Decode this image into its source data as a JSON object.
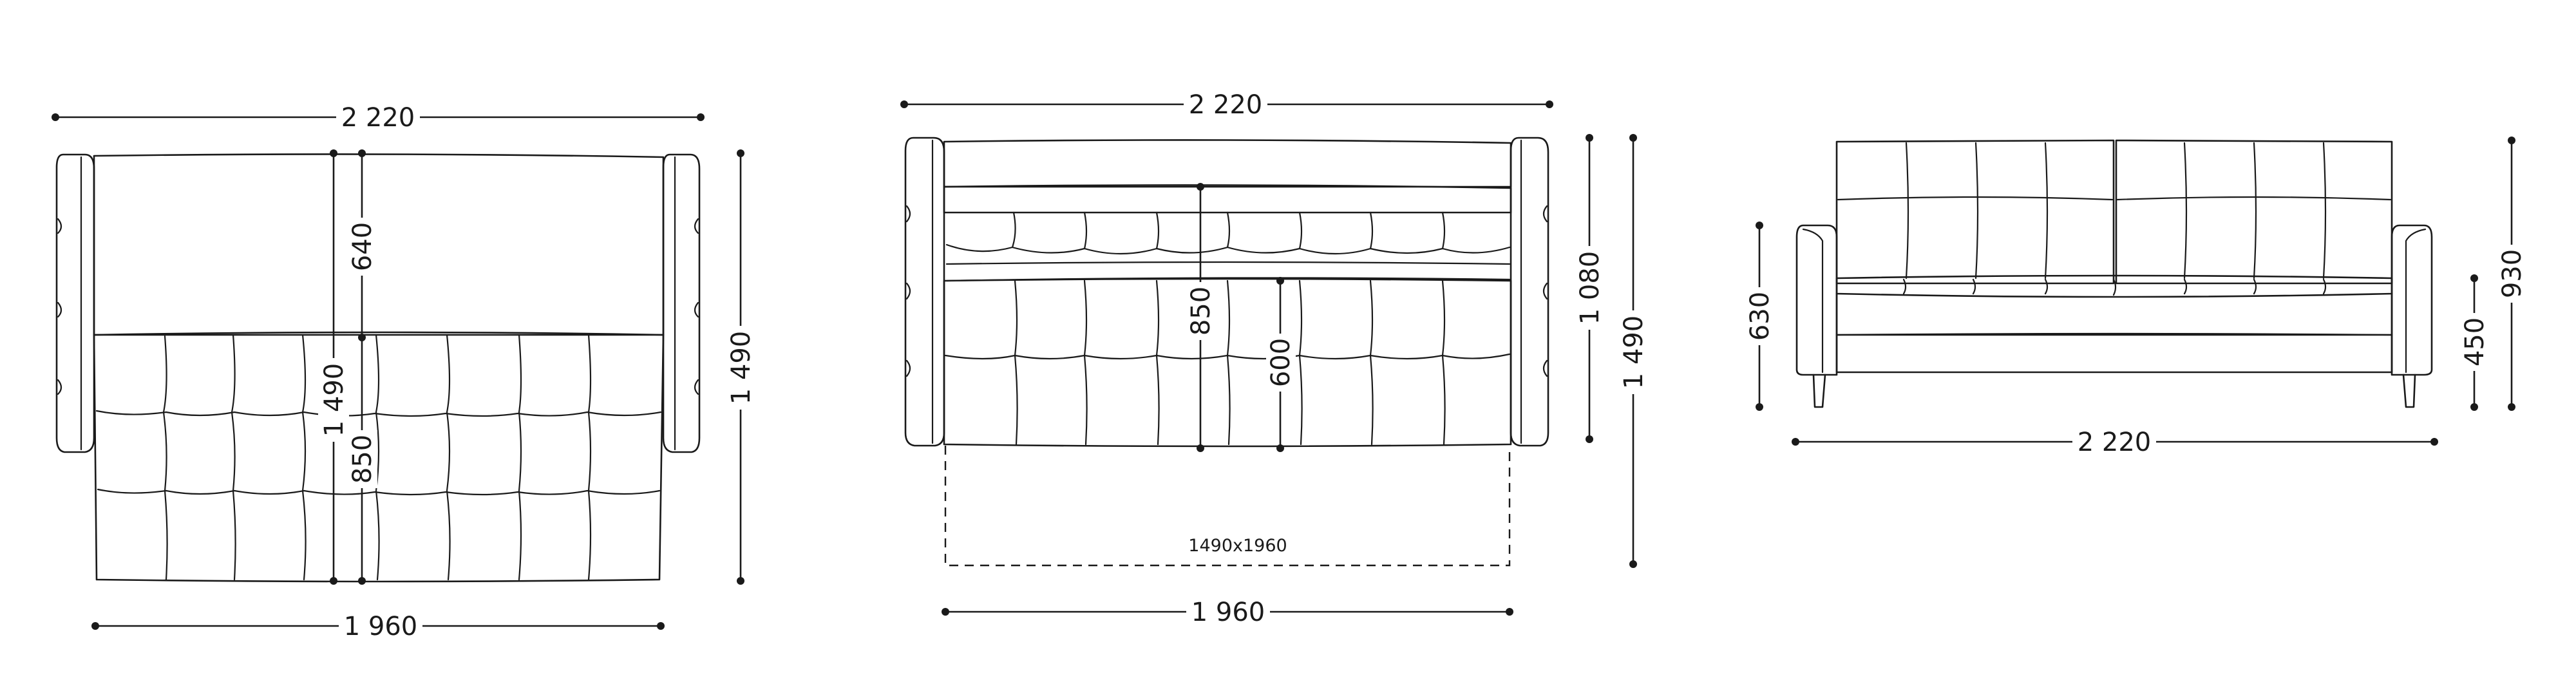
{
  "top_view": {
    "overall_width": "2 220",
    "seat_width": "1 960",
    "overall_depth_open": "1 490",
    "inner_depth": "1 490",
    "backrest_depth": "640",
    "seat_depth": "850"
  },
  "front_view_open": {
    "overall_width": "2 220",
    "seat_width": "1 960",
    "height_closed": "1 080",
    "length_open": "1 490",
    "seat_depth": "850",
    "cushion_depth": "600",
    "sleeping_area": "1490x1960"
  },
  "side_view": {
    "overall_width": "2 220",
    "armrest_height": "630",
    "seat_height": "450",
    "total_height": "930"
  }
}
